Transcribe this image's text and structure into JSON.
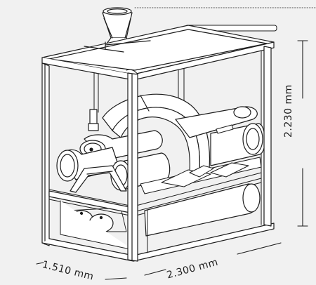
{
  "dimensions": {
    "height": "2.230 mm",
    "width": "1.510 mm",
    "length": "2.300 mm"
  },
  "colors": {
    "background": "#f1f1f1",
    "line": "#1d1d1d",
    "fill": "#ffffff"
  }
}
